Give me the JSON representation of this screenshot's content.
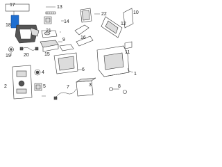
{
  "diagram": {
    "highlight_color": "#1f6fd1",
    "callouts": {
      "c1": "1",
      "c2": "2",
      "c3": "3",
      "c4": "4",
      "c5": "5",
      "c6": "6",
      "c7": "7",
      "c8": "8",
      "c9": "9",
      "c10": "10",
      "c11": "11",
      "c12": "12",
      "c13": "13",
      "c14": "14",
      "c15": "15",
      "c16": "16",
      "c17": "17",
      "c18": "18",
      "c19": "19",
      "c20": "20",
      "c21": "21",
      "c22": "22"
    }
  }
}
